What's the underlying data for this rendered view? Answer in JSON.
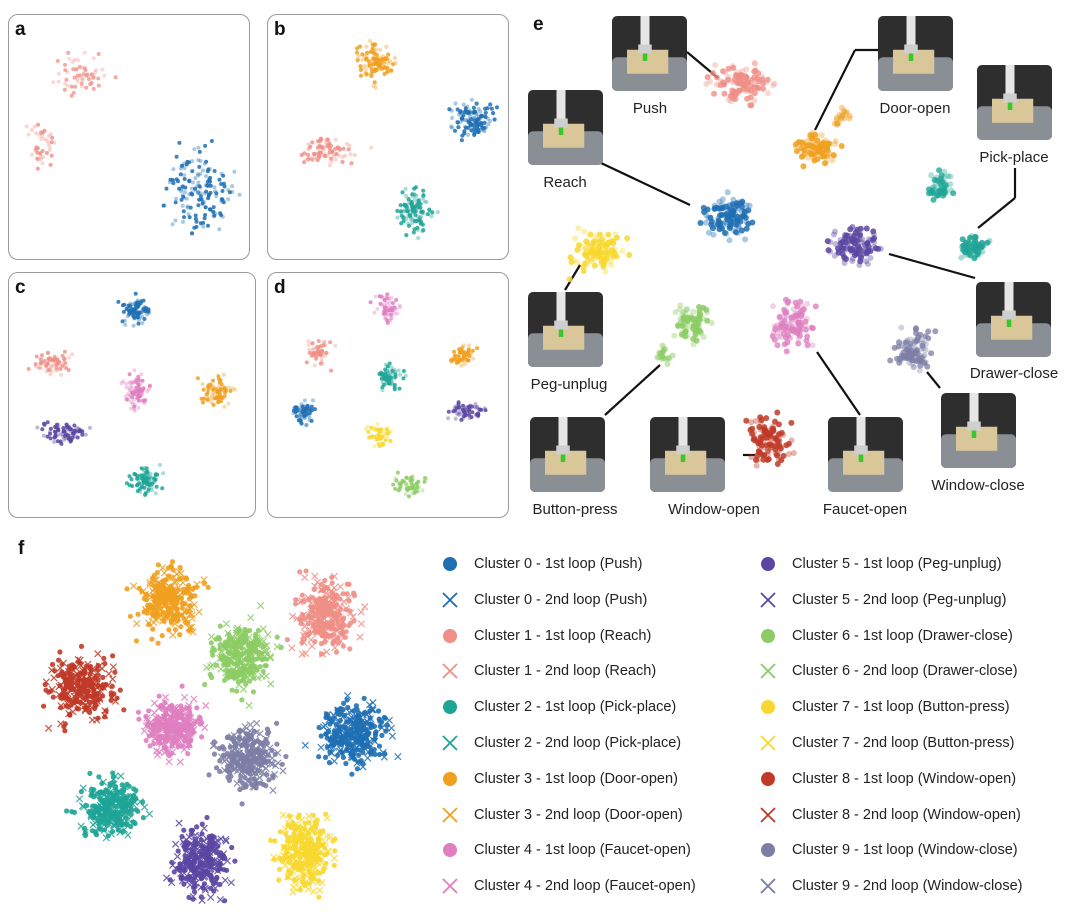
{
  "panel_labels": {
    "a": "a",
    "b": "b",
    "c": "c",
    "d": "d",
    "e": "e",
    "f": "f"
  },
  "colors": {
    "c0": "#1f6fb4",
    "c1": "#ef8f86",
    "c2": "#1fa596",
    "c3": "#f0a020",
    "c4": "#df7fc0",
    "c5": "#5a46a2",
    "c6": "#8ccc64",
    "c7": "#f8d830",
    "c8": "#c03a28",
    "c9": "#7d7ea6"
  },
  "task_labels": {
    "push": "Push",
    "reach": "Reach",
    "door_open": "Door-open",
    "pick_place": "Pick-place",
    "peg_unplug": "Peg-unplug",
    "drawer_close": "Drawer-close",
    "button_press": "Button-press",
    "window_open": "Window-open",
    "faucet_open": "Faucet-open",
    "window_close": "Window-close"
  },
  "chart_data": [
    {
      "panel": "a",
      "type": "scatter",
      "cluster_ids": [
        0,
        1
      ]
    },
    {
      "panel": "b",
      "type": "scatter",
      "cluster_ids": [
        0,
        1,
        2,
        3
      ]
    },
    {
      "panel": "c",
      "type": "scatter",
      "cluster_ids": [
        0,
        1,
        2,
        3,
        4,
        5
      ]
    },
    {
      "panel": "d",
      "type": "scatter",
      "cluster_ids": [
        0,
        1,
        2,
        3,
        4,
        5,
        6,
        7
      ]
    },
    {
      "panel": "e",
      "type": "scatter",
      "cluster_ids": [
        0,
        1,
        2,
        3,
        4,
        5,
        6,
        7,
        8,
        9
      ]
    },
    {
      "panel": "f",
      "type": "scatter",
      "cluster_ids": [
        0,
        1,
        2,
        3,
        4,
        5,
        6,
        7,
        8,
        9
      ],
      "legend": [
        "Cluster 0 - 1st loop (Push)",
        "Cluster 0 - 2nd loop (Push)",
        "Cluster 1 - 1st loop (Reach)",
        "Cluster 1 - 2nd loop (Reach)",
        "Cluster 2 - 1st loop (Pick-place)",
        "Cluster 2 - 2nd loop (Pick-place)",
        "Cluster 3 - 1st loop (Door-open)",
        "Cluster 3 - 2nd loop (Door-open)",
        "Cluster 4 - 1st loop (Faucet-open)",
        "Cluster 4 - 2nd loop (Faucet-open)",
        "Cluster 5 - 1st loop (Peg-unplug)",
        "Cluster 5 - 2nd loop (Peg-unplug)",
        "Cluster 6 - 1st loop (Drawer-close)",
        "Cluster 6 - 2nd loop (Drawer-close)",
        "Cluster 7 - 1st loop (Button-press)",
        "Cluster 7 - 2nd loop (Button-press)",
        "Cluster 8 - 1st loop (Window-open)",
        "Cluster 8 - 2nd loop (Window-open)",
        "Cluster 9 - 1st loop (Window-close)",
        "Cluster 9 - 2nd loop (Window-close)"
      ]
    }
  ]
}
